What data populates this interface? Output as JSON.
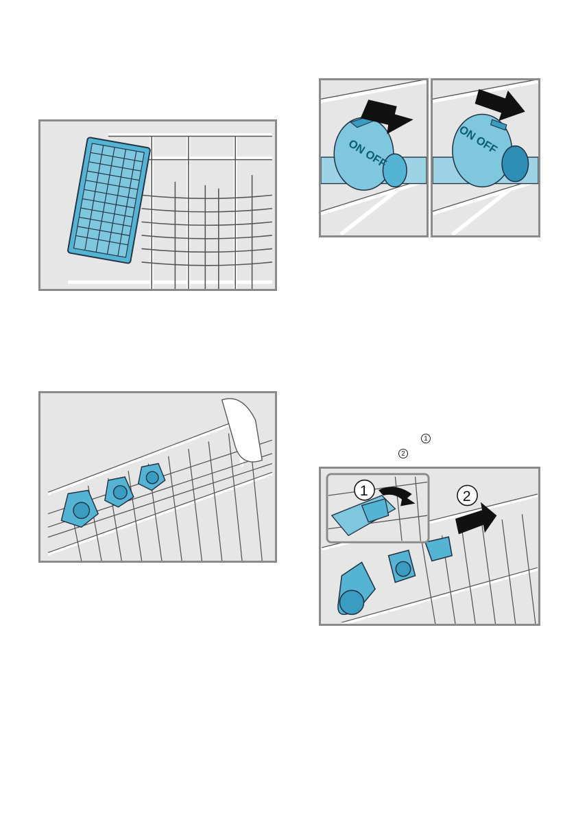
{
  "figures": {
    "cutlery_basket": {
      "name": "cutlery-basket-in-rack"
    },
    "switch_on": {
      "label": "ON OFF"
    },
    "switch_off": {
      "label": "ON OFF"
    },
    "spray_rack": {
      "name": "rack-with-spray-heads"
    },
    "removal": {
      "callout_1": "1",
      "callout_2": "2"
    }
  },
  "text_refs": {
    "ref_1": "1",
    "ref_2": "2"
  },
  "colors": {
    "accent_blue": "#55b4d4",
    "frame_gray": "#8a8a8a",
    "bg_gray": "#e6e6e6"
  }
}
